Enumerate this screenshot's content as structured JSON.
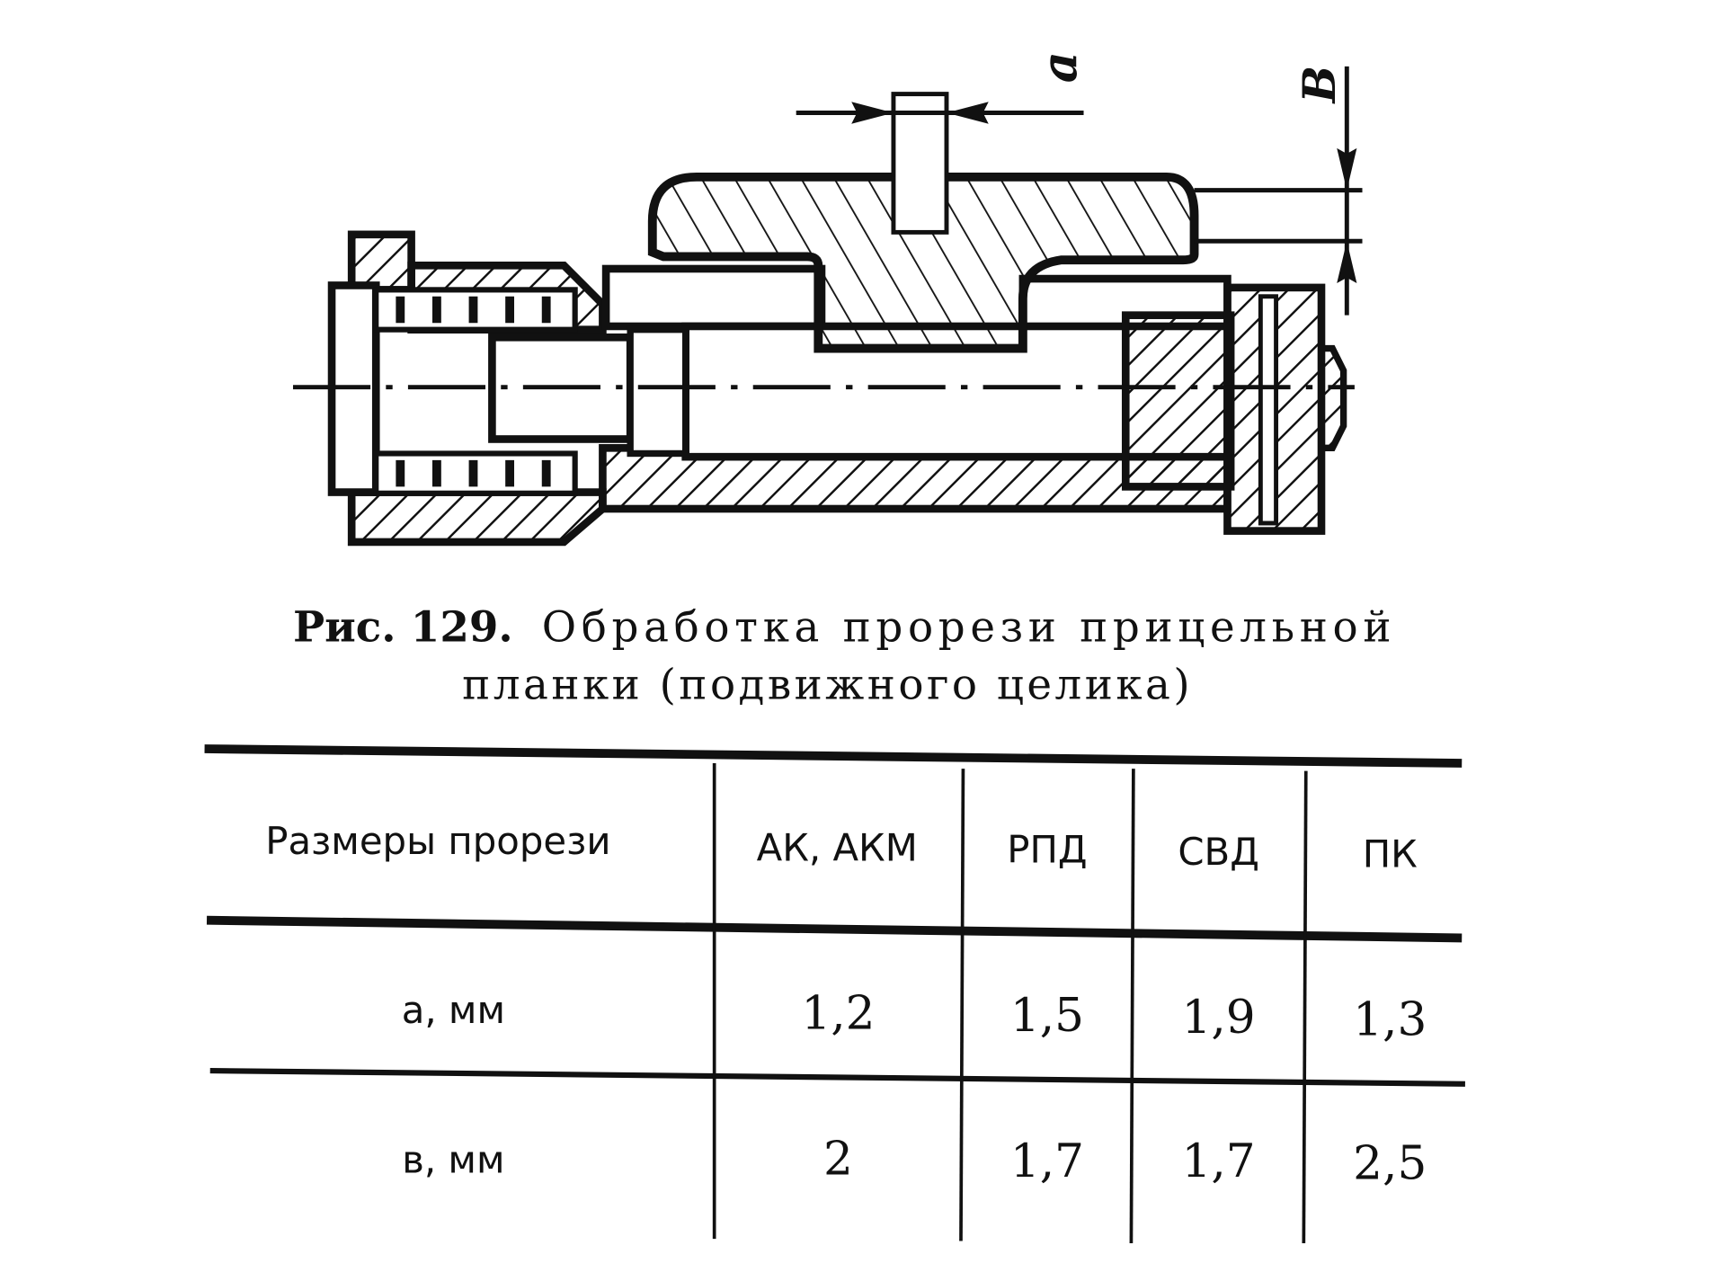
{
  "figure": {
    "dimension_a": "a",
    "dimension_b": "B",
    "caption_number": "Рис. 129.",
    "caption_line1": "Обработка  прорези  прицельной",
    "caption_line2": "планки  (подвижного  целика)"
  },
  "table": {
    "headers": [
      "Размеры  прорези",
      "АК, АКМ",
      "РПД",
      "СВД",
      "ПК"
    ],
    "rows": [
      {
        "label": "а,  мм",
        "values": [
          "1,2",
          "1,5",
          "1,9",
          "1,3"
        ]
      },
      {
        "label": "в,  мм",
        "values": [
          "2",
          "1,7",
          "1,7",
          "2,5"
        ]
      }
    ]
  }
}
